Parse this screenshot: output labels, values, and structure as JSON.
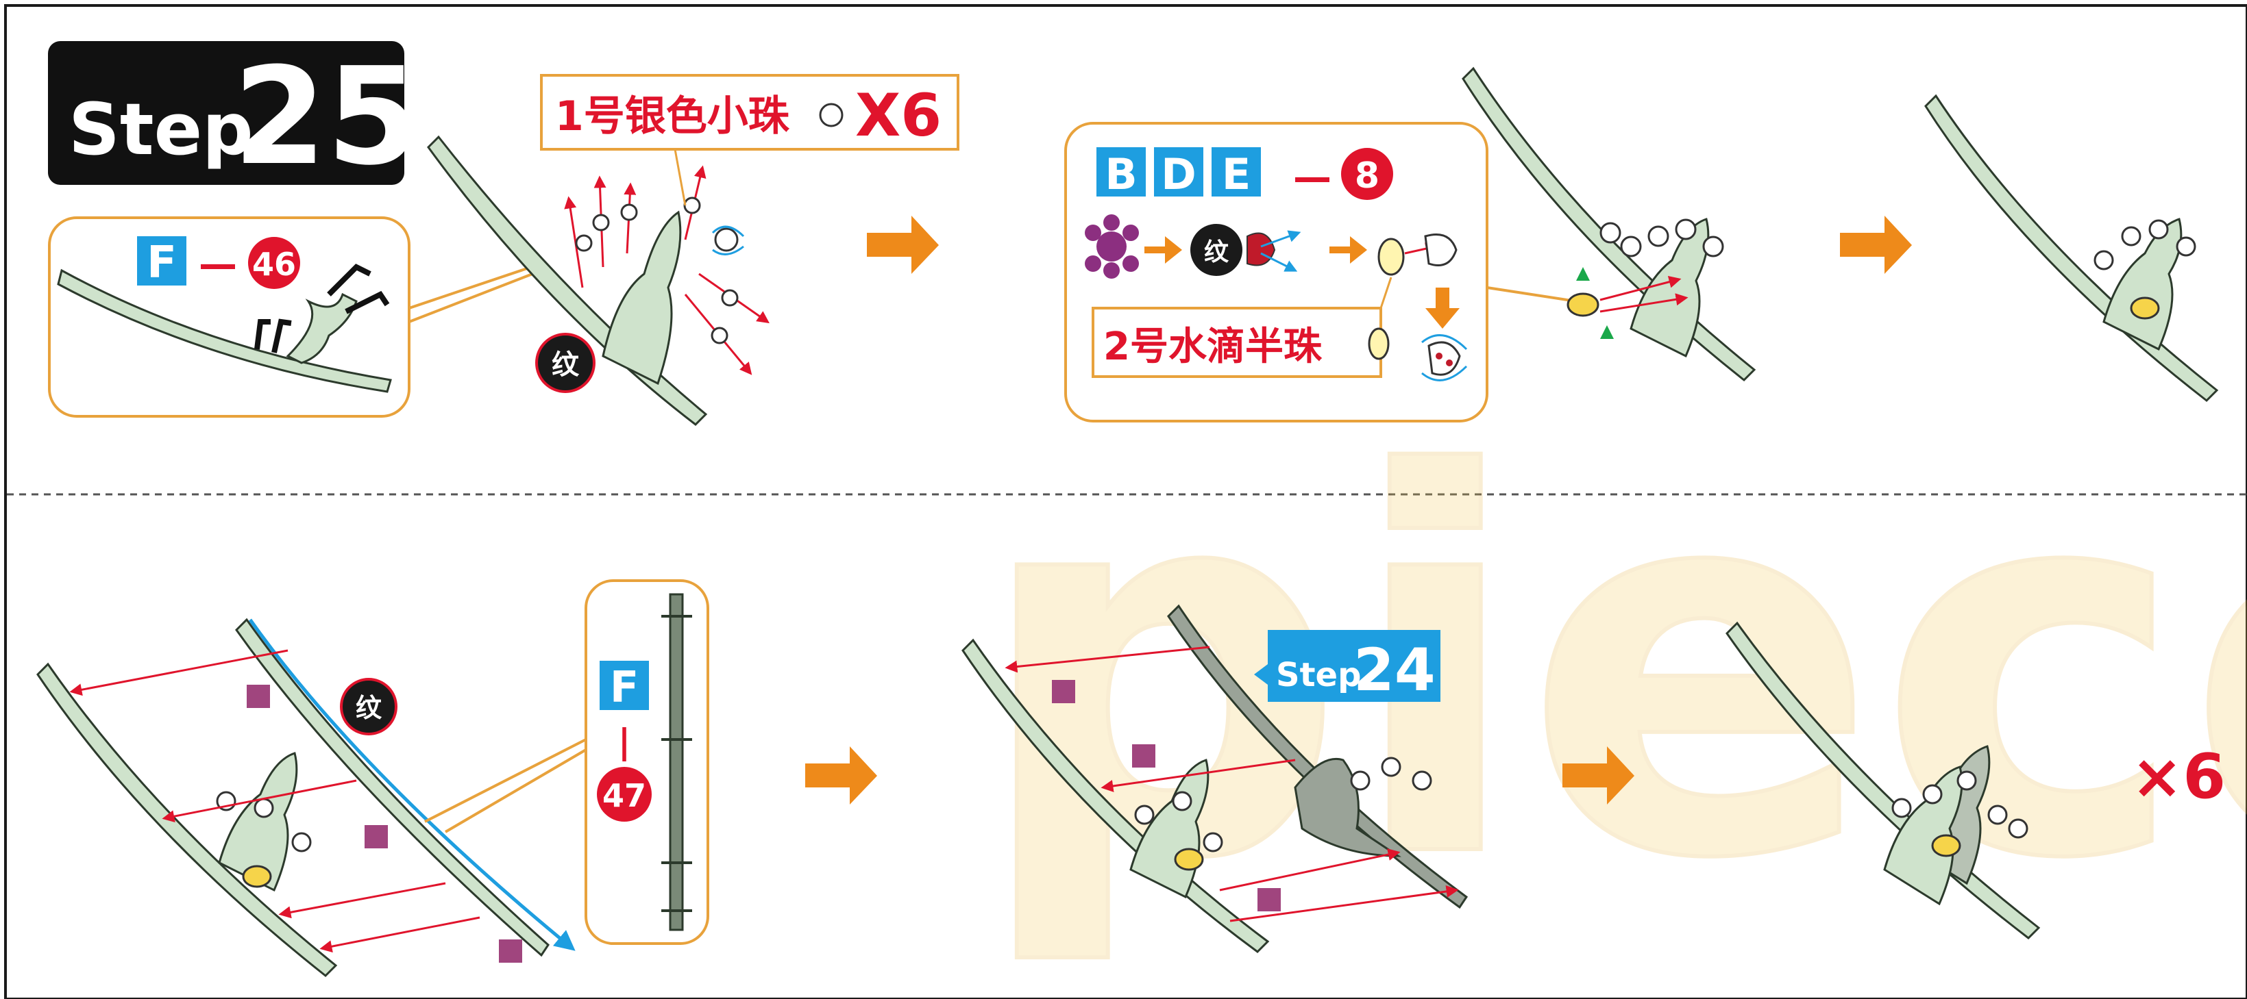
{
  "step": {
    "prefix": "Step",
    "number": "25",
    "ref_prefix": "Step",
    "ref_number": "24"
  },
  "panel1": {
    "part_letter": "F",
    "dash": "—",
    "part_number": "46"
  },
  "bead_label": {
    "text": "1号银色小珠",
    "multiplier": "X6"
  },
  "panel2": {
    "letters": [
      "B",
      "D",
      "E"
    ],
    "dash": "—",
    "part_number": "8",
    "pattern_glyph": "纹",
    "drop_label": "2号水滴半珠"
  },
  "pattern_glyph": "纹",
  "panel3": {
    "part_letter": "F",
    "dash": "|",
    "part_number": "47"
  },
  "final_multiplier": "×6",
  "watermark": "piecc",
  "colors": {
    "orange": "#ee8a1a",
    "blue": "#1e9ee0",
    "red": "#e0142c",
    "stem": "#cfe3cc",
    "stem_stroke": "#2c3a2c",
    "magenta": "#a0457e",
    "green": "#1aa84a",
    "frame": "#e8a23c"
  }
}
